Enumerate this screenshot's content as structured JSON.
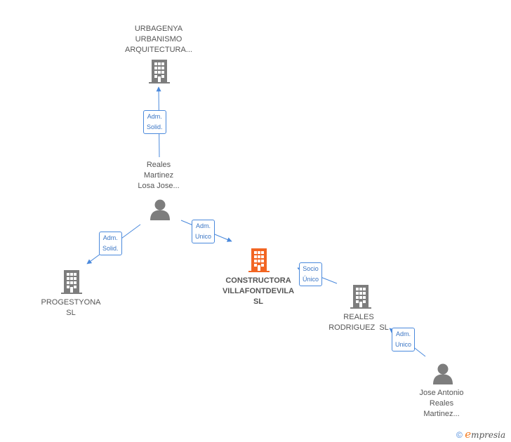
{
  "nodes": {
    "urbagenya": {
      "lines": [
        "URBAGENYA",
        "URBANISMO",
        "ARQUITECTURA..."
      ],
      "icon": "building-icon",
      "color": "#7d7d7d"
    },
    "reales_losa": {
      "lines": [
        "Reales",
        "Martinez",
        "Losa Jose..."
      ],
      "icon": "person-icon",
      "color": "#7d7d7d"
    },
    "constructora": {
      "lines": [
        "CONSTRUCTORA",
        "VILLAFONTDEVILA",
        "SL"
      ],
      "icon": "building-icon",
      "color": "#f26522"
    },
    "progestyona": {
      "lines": [
        "PROGESTYONA",
        "SL"
      ],
      "icon": "building-icon",
      "color": "#7d7d7d"
    },
    "reales_rodriguez": {
      "lines": [
        "REALES",
        "RODRIGUEZ  SL"
      ],
      "icon": "building-icon",
      "color": "#7d7d7d"
    },
    "jose_antonio": {
      "lines": [
        "Jose Antonio",
        "Reales",
        "Martinez..."
      ],
      "icon": "person-icon",
      "color": "#7d7d7d"
    }
  },
  "edges": {
    "losa_to_urbagenya": {
      "lines": [
        "Adm.",
        "Solid."
      ]
    },
    "losa_to_progestyona": {
      "lines": [
        "Adm.",
        "Solid."
      ]
    },
    "losa_to_constructora": {
      "lines": [
        "Adm.",
        "Unico"
      ]
    },
    "rodriguez_to_constructora": {
      "lines": [
        "Socio",
        "Único"
      ]
    },
    "jose_to_rodriguez": {
      "lines": [
        "Adm.",
        "Unico"
      ]
    }
  },
  "colors": {
    "edge": "#4a89dc",
    "node": "#7d7d7d",
    "highlight": "#f26522"
  },
  "watermark": {
    "symbol": "©",
    "brand_initial": "e",
    "brand_rest": "mpresia"
  }
}
